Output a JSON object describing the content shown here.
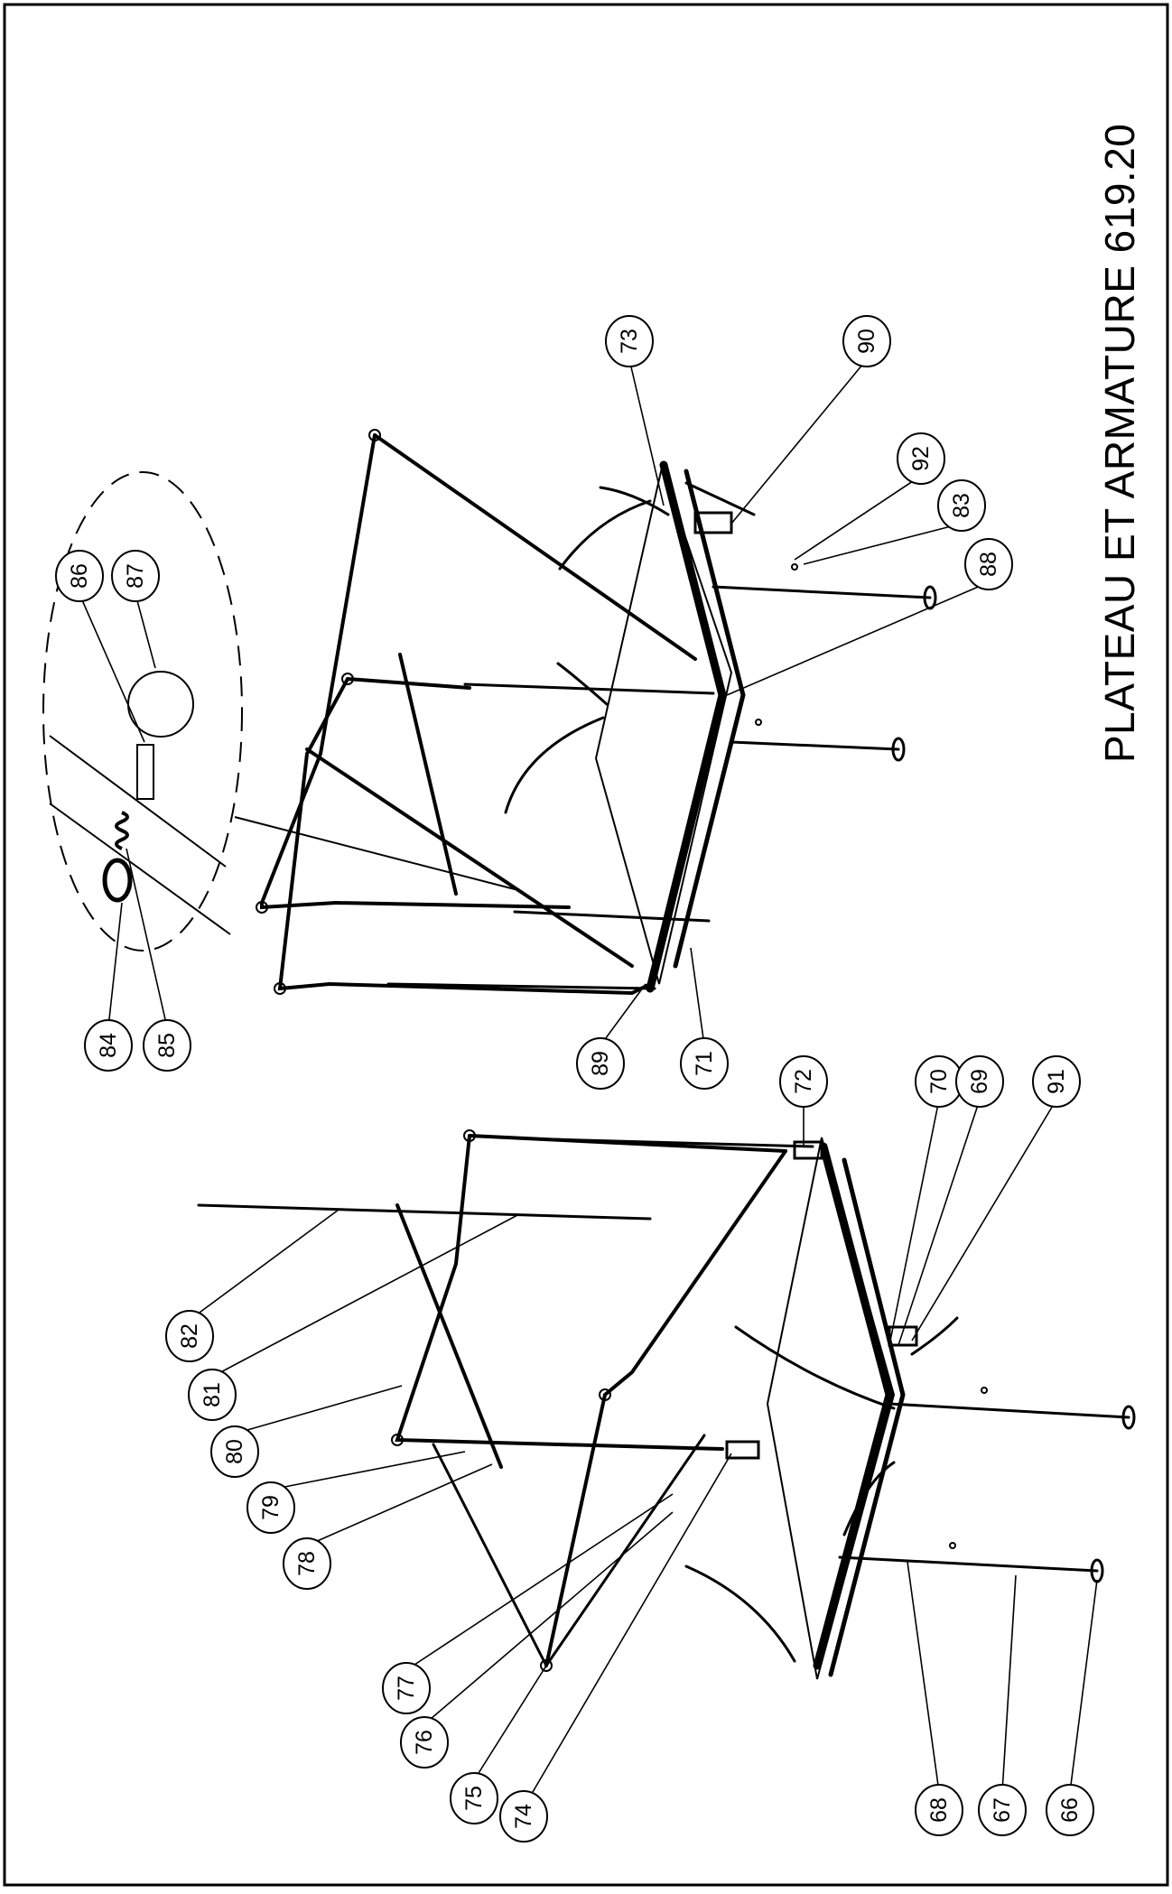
{
  "title": "PLATEAU ET ARMATURE 619.20",
  "callouts": [
    "73",
    "90",
    "92",
    "83",
    "88",
    "86",
    "87",
    "84",
    "85",
    "89",
    "71",
    "72",
    "70",
    "69",
    "91",
    "82",
    "81",
    "80",
    "79",
    "78",
    "77",
    "76",
    "75",
    "74",
    "68",
    "67",
    "66"
  ]
}
